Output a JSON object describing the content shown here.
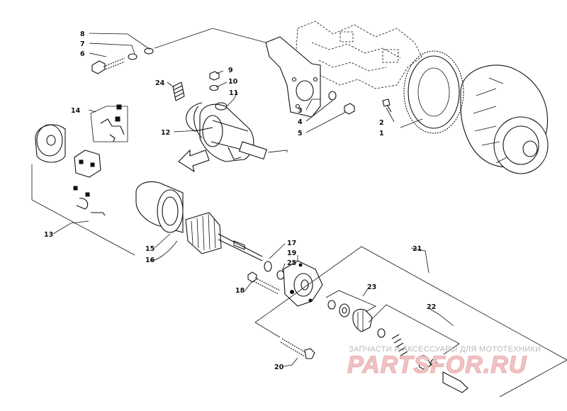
{
  "callouts": [
    "1",
    "2",
    "3",
    "4",
    "5",
    "6",
    "7",
    "8",
    "9",
    "10",
    "11",
    "12",
    "13",
    "14",
    "15",
    "16",
    "17",
    "18",
    "19",
    "20",
    "21",
    "22",
    "23",
    "24",
    "25"
  ],
  "watermark": {
    "tagline": "ЗАПЧАСТИ И АКСЕССУАРЫ ДЛЯ МОТОТЕХНИКИ",
    "brand": "PARTSFOR.RU"
  }
}
